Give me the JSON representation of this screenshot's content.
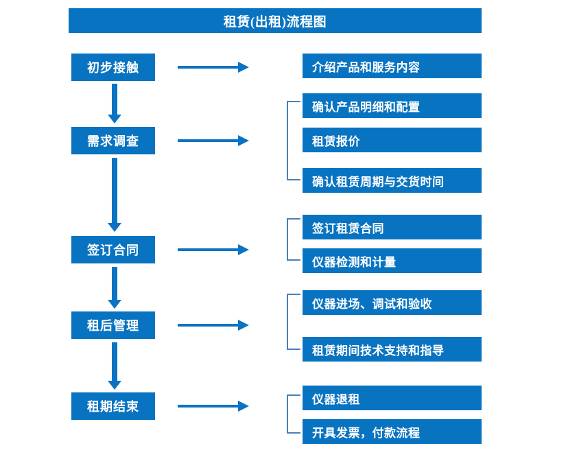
{
  "diagram": {
    "title": "租赁(出租)流程图",
    "colors": {
      "box_blue": "#0873C1",
      "arrow_blue": "#0B73C4",
      "bracket_blue": "#4A7EBB",
      "text_white": "#FFFFFF",
      "background": "#FFFFFF"
    },
    "stages": [
      {
        "label": "初步接触"
      },
      {
        "label": "需求调查"
      },
      {
        "label": "签订合同"
      },
      {
        "label": "租后管理"
      },
      {
        "label": "租期结束"
      }
    ],
    "details": [
      {
        "label": "介绍产品和服务内容"
      },
      {
        "label": "确认产品明细和配置"
      },
      {
        "label": "租赁报价"
      },
      {
        "label": "确认租赁周期与交货时间"
      },
      {
        "label": "签订租赁合同"
      },
      {
        "label": "仪器检测和计量"
      },
      {
        "label": "仪器进场、调试和验收"
      },
      {
        "label": "租赁期间技术支持和指导"
      },
      {
        "label": "仪器退租"
      },
      {
        "label": "开具发票，付款流程"
      }
    ],
    "connectors": {
      "right_arrow_count": 5,
      "down_arrow_count": 4,
      "bracket_count": 4
    }
  }
}
